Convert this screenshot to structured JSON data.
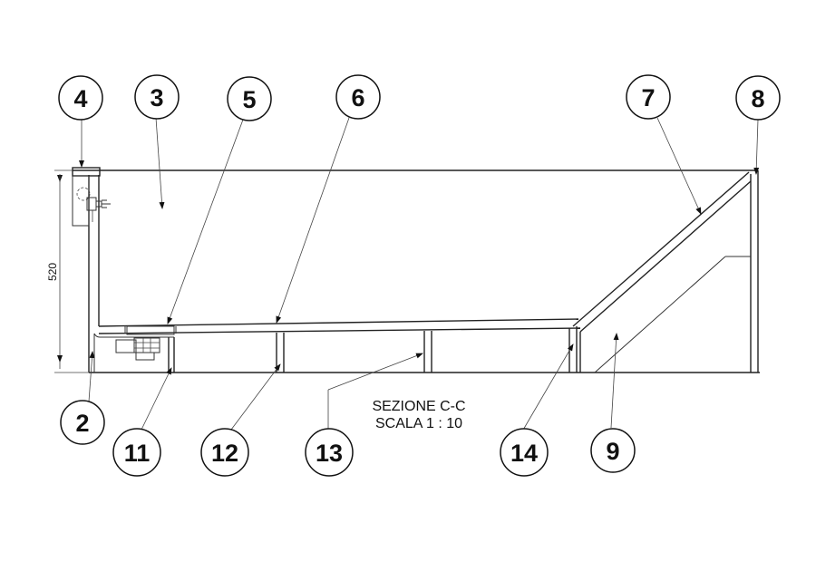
{
  "callouts": [
    {
      "id": "4",
      "label": "4"
    },
    {
      "id": "3",
      "label": "3"
    },
    {
      "id": "5",
      "label": "5"
    },
    {
      "id": "6",
      "label": "6"
    },
    {
      "id": "7",
      "label": "7"
    },
    {
      "id": "8",
      "label": "8"
    },
    {
      "id": "2",
      "label": "2"
    },
    {
      "id": "11",
      "label": "11"
    },
    {
      "id": "12",
      "label": "12"
    },
    {
      "id": "13",
      "label": "13"
    },
    {
      "id": "14",
      "label": "14"
    },
    {
      "id": "9",
      "label": "9"
    }
  ],
  "section": {
    "title": "SEZIONE C-C",
    "scale": "SCALA 1 : 10"
  },
  "dimension": {
    "height": "520"
  },
  "colors": {
    "line": "#222222",
    "background": "#ffffff"
  }
}
